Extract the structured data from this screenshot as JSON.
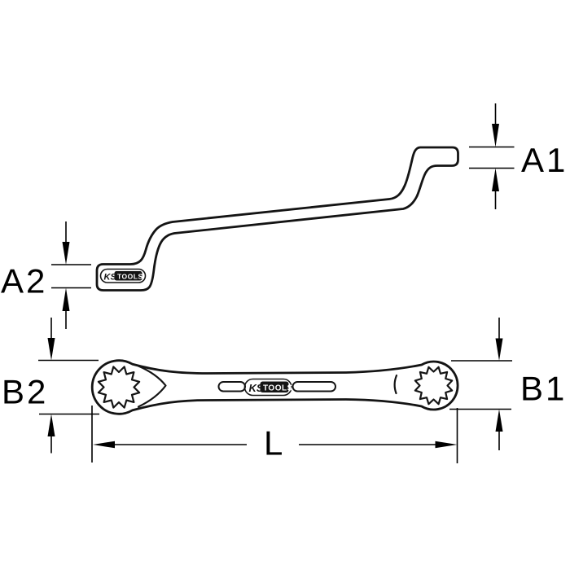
{
  "drawing": {
    "description": "Technical drawing of offset double ring spanner, side view and top view",
    "background_color": "#ffffff",
    "line_color": "#141414"
  },
  "dimensions": {
    "a1": "A1",
    "a2": "A2",
    "b1": "B1",
    "b2": "B2",
    "length": "L"
  },
  "brand": {
    "ks": "KS",
    "tools": "TOOLS"
  }
}
